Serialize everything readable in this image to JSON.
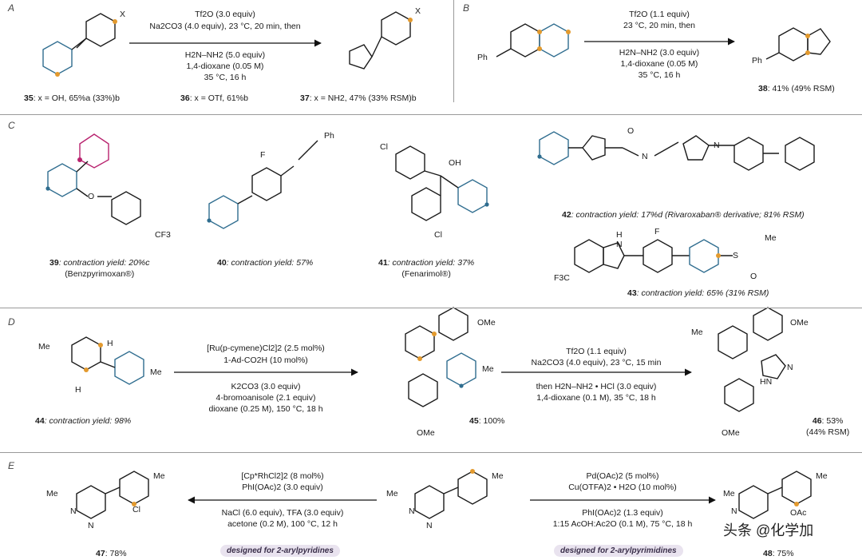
{
  "panels": {
    "A": {
      "label": "A",
      "conditions_top": [
        "Tf2O (3.0 equiv)",
        "Na2CO3 (4.0 equiv), 23 °C, 20 min, then"
      ],
      "conditions_bottom": [
        "H2N–NH2 (5.0 equiv)",
        "1,4-dioxane (0.05 M)",
        "35 °C, 16 h"
      ],
      "substituent": "X",
      "captions": [
        {
          "num": "35",
          "text": ": x = OH, 65%a (33%)b"
        },
        {
          "num": "36",
          "text": ": x = OTf, 61%b"
        },
        {
          "num": "37",
          "text": ": x = NH2, 47% (33% RSM)b"
        }
      ]
    },
    "B": {
      "label": "B",
      "conditions_top": [
        "Tf2O (1.1 equiv)",
        "23 °C, 20 min, then"
      ],
      "conditions_bottom": [
        "H2N–NH2 (3.0 equiv)",
        "1,4-dioxane (0.05 M)",
        "35 °C, 16 h"
      ],
      "substituent": "Ph",
      "caption": {
        "num": "38",
        "text": ": 41% (49% RSM)"
      }
    },
    "C": {
      "label": "C",
      "captions": [
        {
          "num": "39",
          "text": ": contraction yield: 20%c",
          "sub": "(Benzpyrimoxan®)"
        },
        {
          "num": "40",
          "text": ": contraction yield: 57%",
          "sub": ""
        },
        {
          "num": "41",
          "text": ": contraction yield: 37%",
          "sub": "(Fenarimol®)"
        },
        {
          "num": "42",
          "text": ": contraction yield: 17%d (Rivaroxaban® derivative; 81% RSM)",
          "sub": ""
        },
        {
          "num": "43",
          "text": ": contraction yield: 65% (31% RSM)",
          "sub": ""
        }
      ],
      "atom_labels": [
        "F",
        "Ph",
        "Cl",
        "OH",
        "Cl",
        "O",
        "O",
        "N",
        "N",
        "CF3",
        "F3C",
        "F",
        "S",
        "Me",
        "O",
        "H",
        "N"
      ]
    },
    "D": {
      "label": "D",
      "conditions1": [
        "[Ru(p-cymene)Cl2]2 (2.5 mol%)",
        "1-Ad-CO2H (10 mol%)",
        "K2CO3 (3.0 equiv)",
        "4-bromoanisole (2.1 equiv)",
        "dioxane (0.25 M), 150 °C, 18 h"
      ],
      "conditions2": [
        "Tf2O (1.1 equiv)",
        "Na2CO3 (4.0 equiv), 23 °C, 15 min",
        "then H2N–NH2 • HCl (3.0 equiv)",
        "1,4-dioxane (0.1 M), 35 °C, 18 h"
      ],
      "captions": [
        {
          "num": "44",
          "text": ": contraction yield: 98%"
        },
        {
          "num": "45",
          "text": ": 100%"
        },
        {
          "num": "46",
          "text": ": 53%",
          "sub": "(44% RSM)"
        }
      ],
      "atom_labels": [
        "Me",
        "H",
        "H",
        "Me",
        "OMe",
        "OMe",
        "Me",
        "OMe",
        "OMe",
        "Me",
        "HN",
        "N"
      ]
    },
    "E": {
      "label": "E",
      "left_conditions": [
        "[Cp*RhCl2]2 (8 mol%)",
        "PhI(OAc)2 (3.0 equiv)",
        "NaCl (6.0 equiv), TFA (3.0 equiv)",
        "acetone (0.2 M), 100 °C, 12 h"
      ],
      "right_conditions": [
        "Pd(OAc)2 (5 mol%)",
        "Cu(OTFA)2 • H2O (10 mol%)",
        "PhI(OAc)2 (1.3 equiv)",
        "1:15 AcOH:Ac2O (0.1 M), 75 °C, 18 h"
      ],
      "pill_left": "designed for 2-arylpyridines",
      "pill_right": "designed for 2-arylpyrimidines",
      "captions": [
        {
          "num": "47",
          "text": ": 78%"
        },
        {
          "num": "48",
          "text": ": 75%"
        }
      ],
      "atom_labels": [
        "Me",
        "N",
        "N",
        "Cl",
        "Me",
        "Me",
        "N",
        "N",
        "Me",
        "Me",
        "N",
        "OAc",
        "Me"
      ]
    }
  },
  "watermark": "头条 @化学加",
  "colors": {
    "ring_blue": "#2f6d8f",
    "dot_orange": "#e39a2e",
    "dot_magenta": "#b8226e",
    "pill_bg": "#e9e3ef"
  }
}
